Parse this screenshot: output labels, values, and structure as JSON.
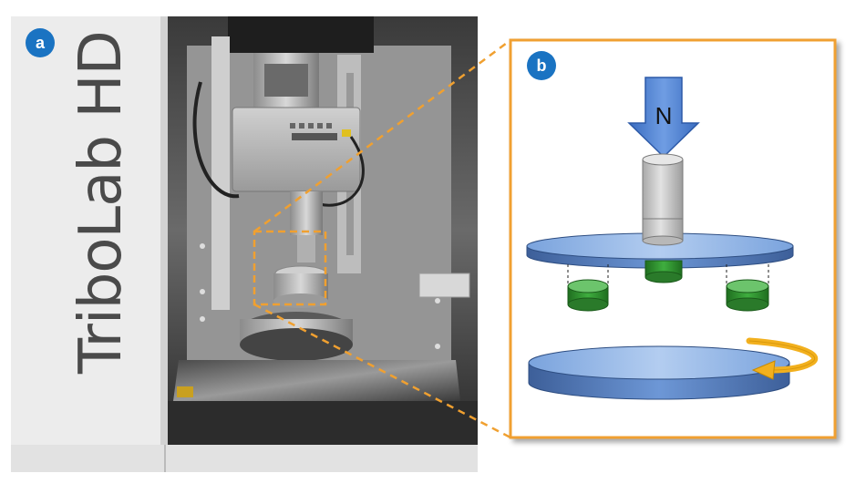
{
  "panel_a": {
    "badge": "a",
    "brand_text": "TriboLab HD"
  },
  "panel_b": {
    "badge": "b",
    "force_label": "N"
  },
  "colors": {
    "badge_blue": "#1a73c2",
    "frame_orange": "#f0a030",
    "disc_blue": "#5a86c8",
    "force_arrow_blue": "#4f82d2",
    "pin_green": "#2f8a2f",
    "rotation_arrow": "#f2b01e",
    "shaft_gray": "#c9c9c9"
  }
}
